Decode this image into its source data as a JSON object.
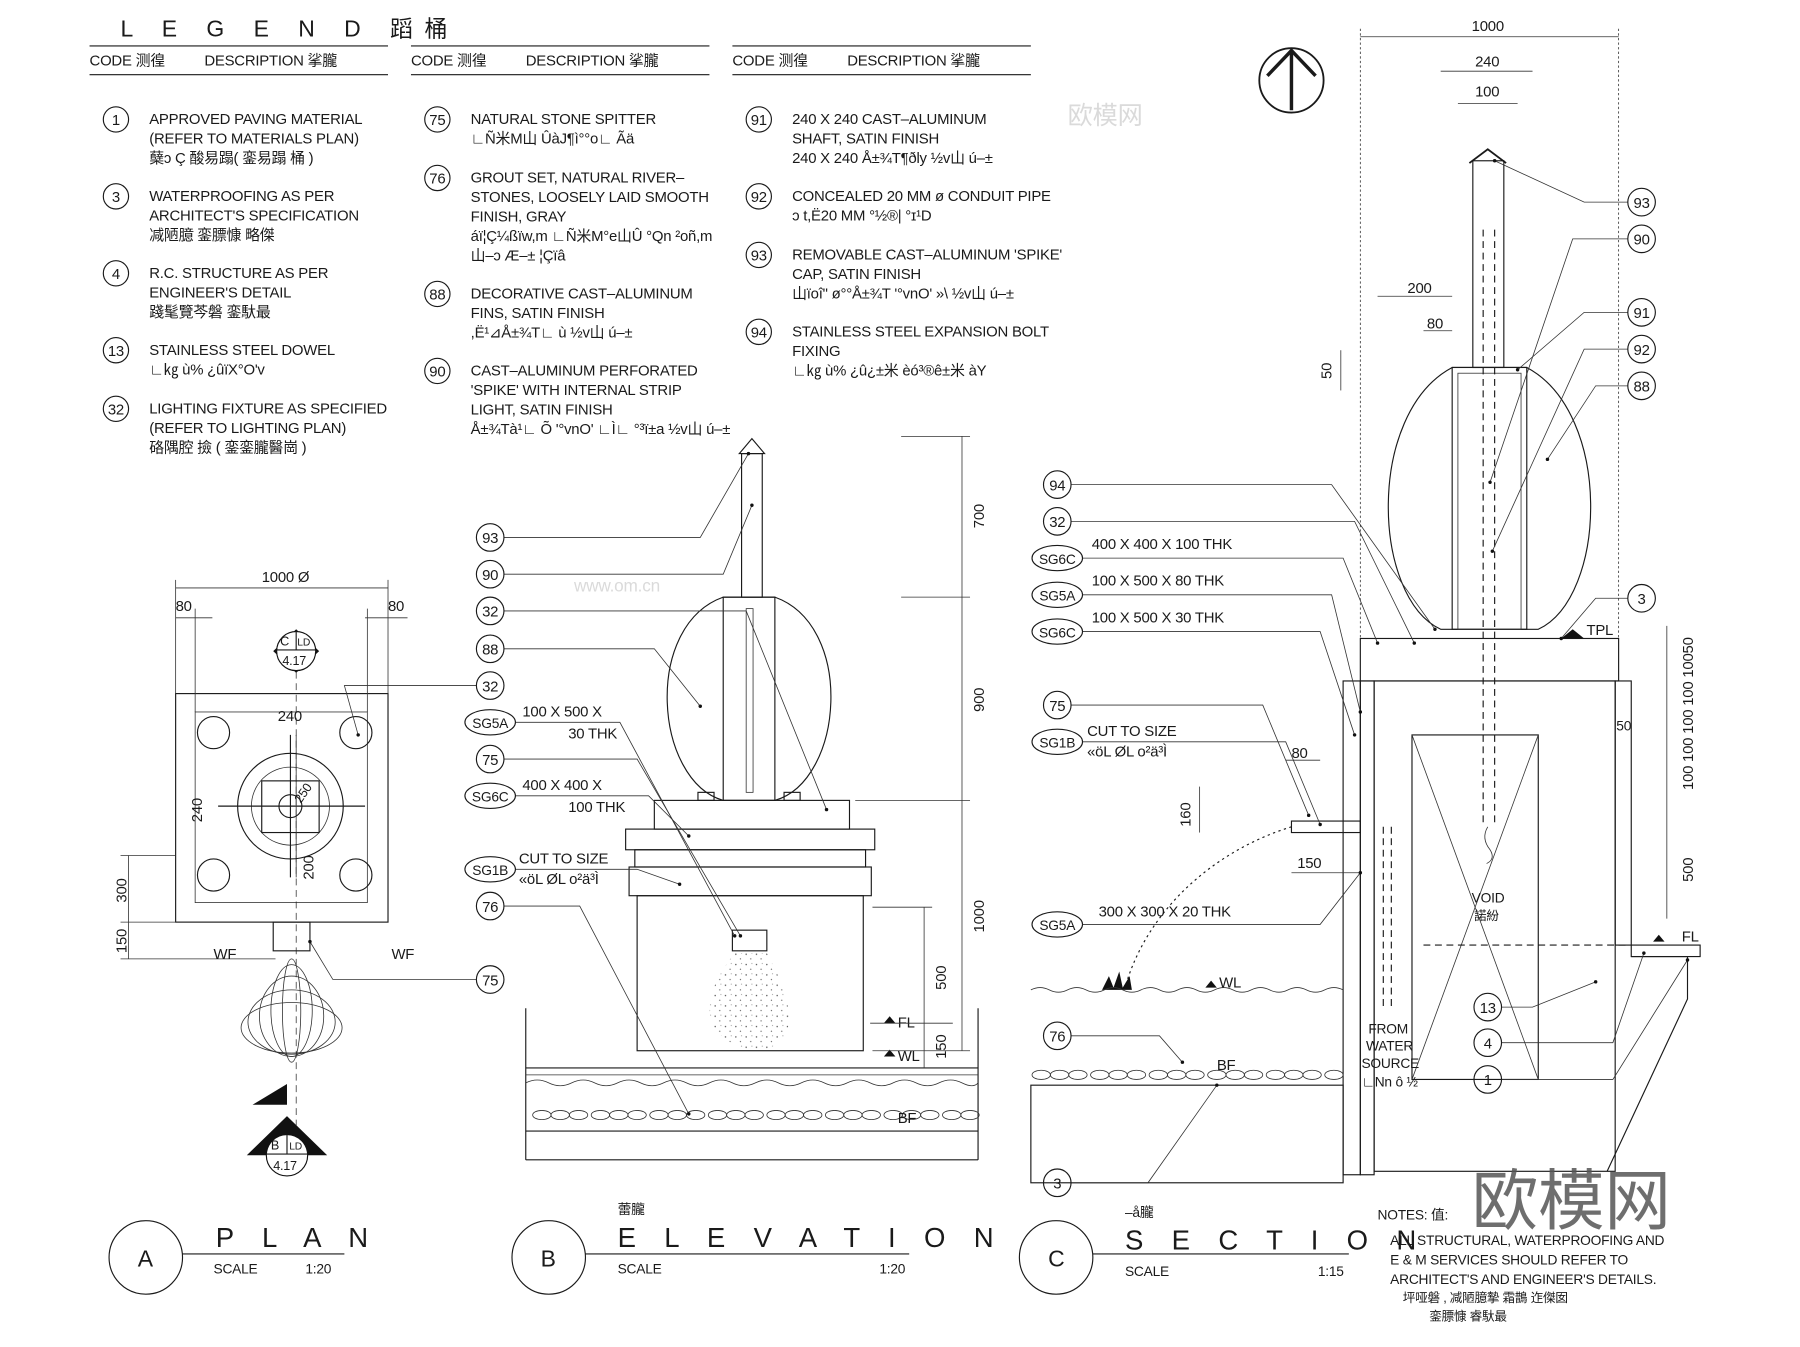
{
  "legend": {
    "title": "L E G E N D 蹈桶",
    "code_header": "CODE 测徨",
    "desc_header": "DESCRIPTION 挲朧",
    "columns": [
      [
        {
          "code": "1",
          "lines": [
            "APPROVED PAVING MATERIAL",
            "(REFER TO MATERIALS PLAN)",
            "蘖ↄ Ç 酸易蹋( 銮易蹋 桶 )"
          ]
        },
        {
          "code": "3",
          "lines": [
            "WATERPROOFING AS PER",
            "ARCHITECT'S SPECIFICATION",
            "减陋臆 銮膘慷   略傑"
          ]
        },
        {
          "code": "4",
          "lines": [
            "R.C. STRUCTURE AS PER",
            "ENGINEER'S DETAIL",
            "踐髦覽芩磐    銮馱最"
          ]
        },
        {
          "code": "13",
          "lines": [
            "STAINLESS STEEL DOWEL",
            "∟㎏ ù% ¿ûïX°O'v"
          ]
        },
        {
          "code": "32",
          "lines": [
            "LIGHTING FIXTURE AS SPECIFIED",
            "(REFER TO LIGHTING PLAN)",
            "硌隅腔 撿 ( 銮銮朧醫崗 )"
          ]
        }
      ],
      [
        {
          "code": "75",
          "lines": [
            "NATURAL STONE SPITTER",
            "∟Ñ米M山 ÛàJ¶ì°°o∟ Ãä"
          ]
        },
        {
          "code": "76",
          "lines": [
            "GROUT SET, NATURAL RIVER–",
            "STONES, LOOSELY LAID SMOOTH",
            "FINISH, GRAY",
            "áï¦Ç¼ßïw,m ∟Ñ米M°e山Û °Qn ²oñ,m",
            "山–ↄ Æ–± ¦Çïâ"
          ]
        },
        {
          "code": "88",
          "lines": [
            "DECORATIVE CAST–ALUMINUM",
            "FINS, SATIN FINISH",
            ",Ë¹⊿Å±¾T∟ ù  ½v山 ú–±"
          ]
        },
        {
          "code": "90",
          "lines": [
            "CAST–ALUMINUM PERFORATED",
            "'SPIKE' WITH INTERNAL STRIP",
            "LIGHT, SATIN FINISH",
            "Å±¾Tà¹∟ Õ  '°vnO'  ∟Ì∟ °³ï±a  ½v山 ú–±"
          ]
        }
      ],
      [
        {
          "code": "91",
          "lines": [
            "240 X 240 CAST–ALUMINUM",
            "SHAFT, SATIN FINISH",
            "240 X 240   Å±¾T¶ðly  ½v山 ú–±"
          ]
        },
        {
          "code": "92",
          "lines": [
            "CONCEALED 20 MM ø CONDUIT PIPE",
            "ↄ t,Ë20 MM   °½®|  °ɪ¹D"
          ]
        },
        {
          "code": "93",
          "lines": [
            "REMOVABLE CAST–ALUMINUM 'SPIKE'",
            "CAP, SATIN FINISH",
            "山ïoî\" ø°°Å±¾T  '°vnO'  »\\  ½v山 ú–±"
          ]
        },
        {
          "code": "94",
          "lines": [
            "STAINLESS STEEL EXPANSION BOLT",
            "FIXING",
            "∟㎏ ù% ¿û¿±米 èó³®ê±米 àY"
          ]
        }
      ]
    ]
  },
  "plan": {
    "letter": "A",
    "title": "P L A N",
    "scale_label": "SCALE",
    "scale": "1:20",
    "dims": {
      "dia": "1000 Ø",
      "left80": "80",
      "right80": "80",
      "top240": "240",
      "side240": "240",
      "d200": "200",
      "d250": "250",
      "d300": "300",
      "d150": "150"
    },
    "wf_left": "WF",
    "wf_right": "WF",
    "section_top": {
      "letter": "C",
      "sheet": "LD",
      "num": "4.17"
    },
    "section_bottom": {
      "letter": "B",
      "sheet": "LD",
      "num": "4.17"
    },
    "callouts": [
      "32",
      "75"
    ]
  },
  "elevation": {
    "letter": "B",
    "cn": "蕾朧",
    "title": "E L E V A T I O N",
    "scale_label": "SCALE",
    "scale": "1:20",
    "dims": {
      "d700": "700",
      "d900": "900",
      "d1000": "1000",
      "d500": "500",
      "d150": "150"
    },
    "levels": {
      "fl": "FL",
      "wl": "WL",
      "bf": "BF"
    },
    "callouts": [
      "93",
      "90",
      "32",
      "88",
      "SG5A",
      "75",
      "SG6C",
      "SG1B",
      "76"
    ],
    "notes": {
      "sg5a_1": "100 X 500 X",
      "sg5a_2": "30 THK",
      "sg6c_1": "400 X 400 X",
      "sg6c_2": "100 THK",
      "sg1b_1": "CUT TO SIZE",
      "sg1b_2": "«öL ØL o²ä³Ì"
    }
  },
  "section": {
    "letter": "C",
    "cn": "–å朧",
    "title": "S E C T I O N",
    "scale_label": "SCALE",
    "scale": "1:15",
    "dims": {
      "d1000": "1000",
      "d240": "240",
      "d100": "100",
      "d200": "200",
      "d80": "80",
      "d50": "50",
      "d80b": "80",
      "d160": "160",
      "d150": "150",
      "d500": "500",
      "stack": "100 100 100 100 10050",
      "d50b": "50"
    },
    "levels": {
      "tpl": "TPL",
      "fl": "FL",
      "wl": "WL",
      "bf": "BF"
    },
    "callouts_right": [
      "93",
      "90",
      "91",
      "92",
      "88",
      "3"
    ],
    "callouts_left": [
      "94",
      "32",
      "SG6C",
      "SG5A",
      "SG6C",
      "75",
      "SG1B",
      "SG5A",
      "76",
      "3"
    ],
    "callouts_bottom": [
      "13",
      "4",
      "1"
    ],
    "notes": {
      "n1": "400 X 400 X 100 THK",
      "n2": "100 X 500 X 80 THK",
      "n3": "100 X 500 X 30 THK",
      "cut": "CUT TO SIZE",
      "cut_cn": "«öL ØL o²ä³Ì",
      "n4": "300 X 300 X 20 THK",
      "void": "VOID",
      "void_cn": "諾紛",
      "from1": "FROM",
      "from2": "WATER",
      "from3": "SOURCE",
      "from4": "∟Nn ô ½"
    }
  },
  "notes": {
    "heading": "NOTES: 值:",
    "lines": [
      "ALL STRUCTURAL, WATERPROOFING AND",
      "E & M SERVICES SHOULD REFER TO",
      "ARCHITECT'S AND ENGINEER'S DETAILS.",
      "坪哑磐 , 减陋臆摯 霜鵲 迮傑囡",
      "銮膘慷 睿馱最"
    ]
  },
  "watermark": {
    "logo": "欧模网",
    "url": "www.om.cn"
  }
}
